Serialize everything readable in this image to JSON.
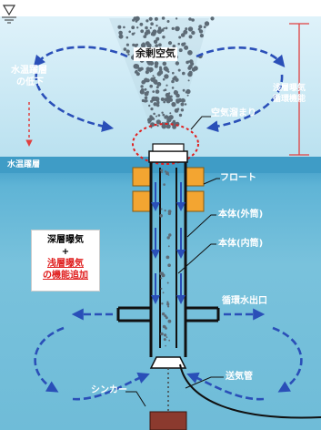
{
  "labels": {
    "excess_air": "余剰空気",
    "thermocline_fall_l1": "水温躍層",
    "thermocline_fall_l2": "の低下",
    "shallow_function_l1": "浅層曝気",
    "shallow_function_l2": "循環機能",
    "air_pocket": "空気溜まり",
    "thermocline": "水温躍層",
    "float": "フロート",
    "outer_body": "本体(外筒)",
    "inner_body": "本体(内筒)",
    "outlet": "循環水出口",
    "air_pipe": "送気管",
    "sinker": "シンカー"
  },
  "callout": {
    "line1": "深層曝気",
    "line2": "+",
    "line3": "浅層曝気",
    "line4": "の機能追加"
  },
  "colors": {
    "surface_water": "#d8eef8",
    "deep_water": "#7ac2dc",
    "thermocline_band": "#4aa4cc",
    "arrow_blue": "#2a4fb8",
    "float_orange": "#f3a531",
    "sinker_brown": "#8b3a2e",
    "bracket_red": "#e04040",
    "highlight_red": "#e02020"
  }
}
